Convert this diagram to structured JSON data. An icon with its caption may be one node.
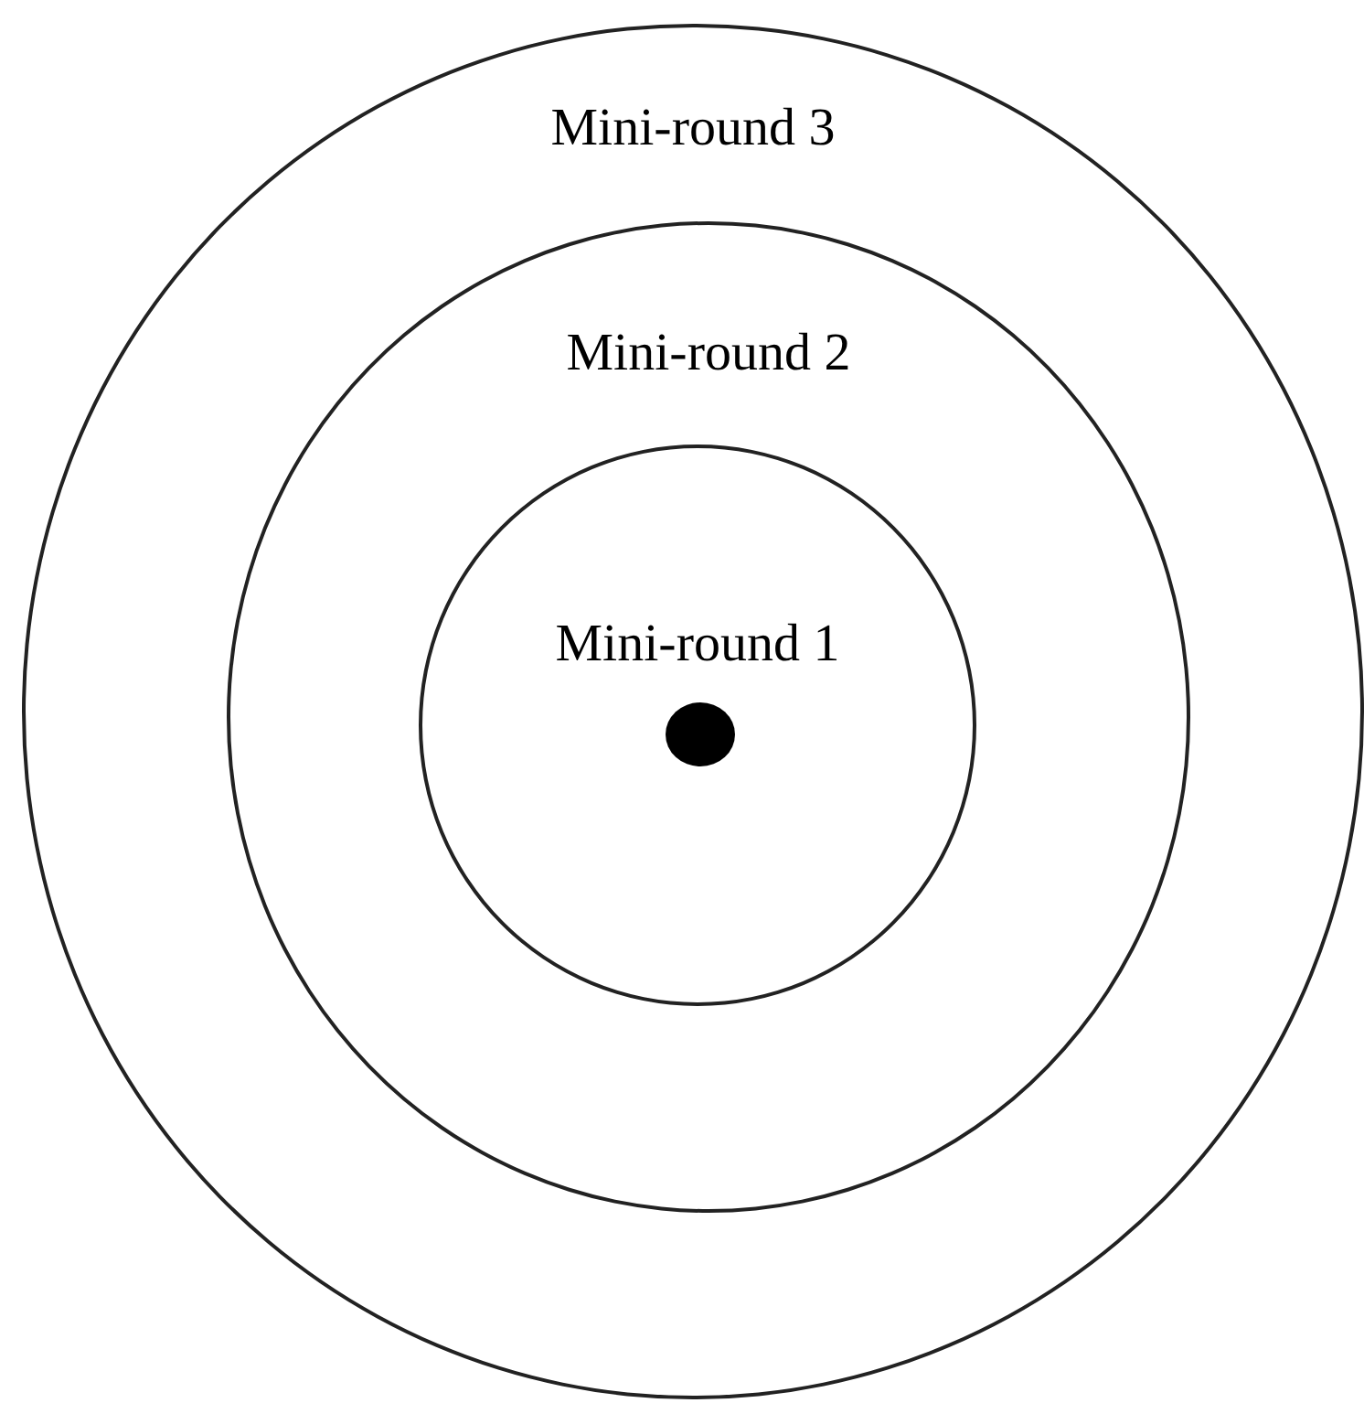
{
  "diagram": {
    "nodes": [
      {
        "text": [
          "Mini-round 3"
        ]
      },
      {
        "text": [
          "Mini-round 2"
        ],
        "in": 0
      },
      {
        "text": [
          "Mini-round 1"
        ],
        "in": 1
      },
      {
        "text": [],
        "shape": "circle",
        "in": 2
      }
    ]
  }
}
